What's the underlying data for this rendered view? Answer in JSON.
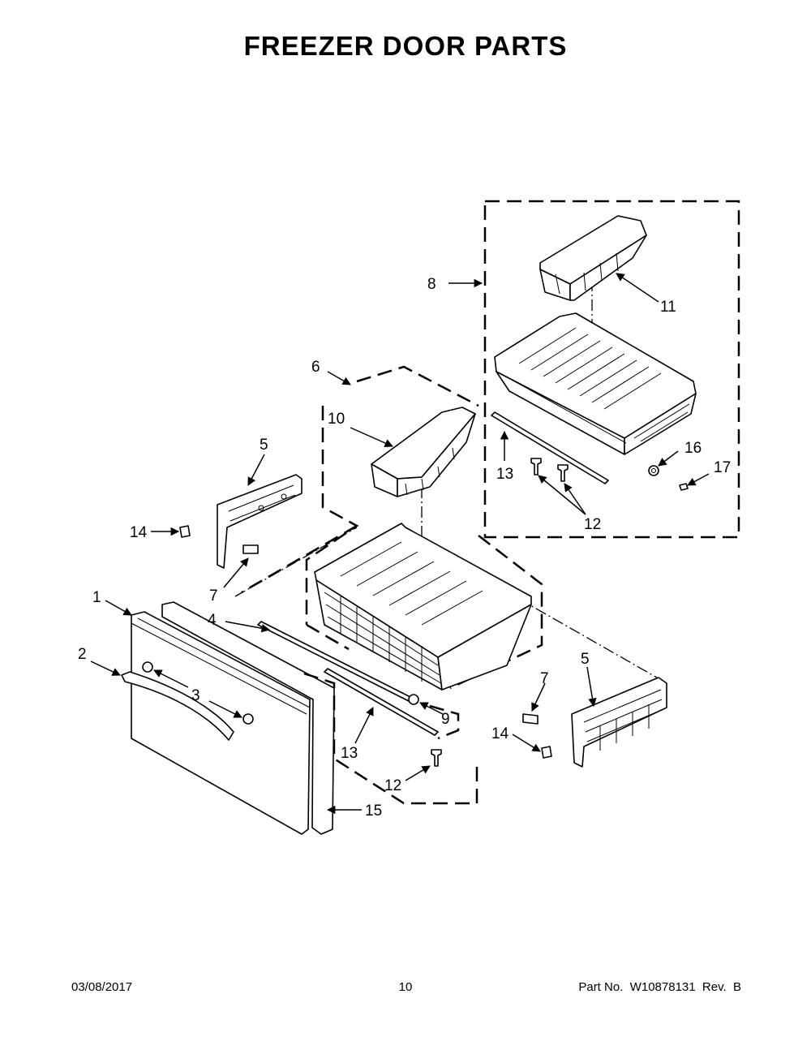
{
  "title": "FREEZER DOOR PARTS",
  "footer": {
    "date": "03/08/2017",
    "page": "10",
    "part_no": "Part No.  W10878131  Rev.  B"
  },
  "callouts": {
    "c1": "1",
    "c2": "2",
    "c3": "3",
    "c4": "4",
    "c5a": "5",
    "c5b": "5",
    "c6": "6",
    "c7a": "7",
    "c7b": "7",
    "c8": "8",
    "c9": "9",
    "c10": "10",
    "c11": "11",
    "c12a": "12",
    "c12b": "12",
    "c13a": "13",
    "c13b": "13",
    "c14a": "14",
    "c14b": "14",
    "c15": "15",
    "c16": "16",
    "c17": "17"
  }
}
